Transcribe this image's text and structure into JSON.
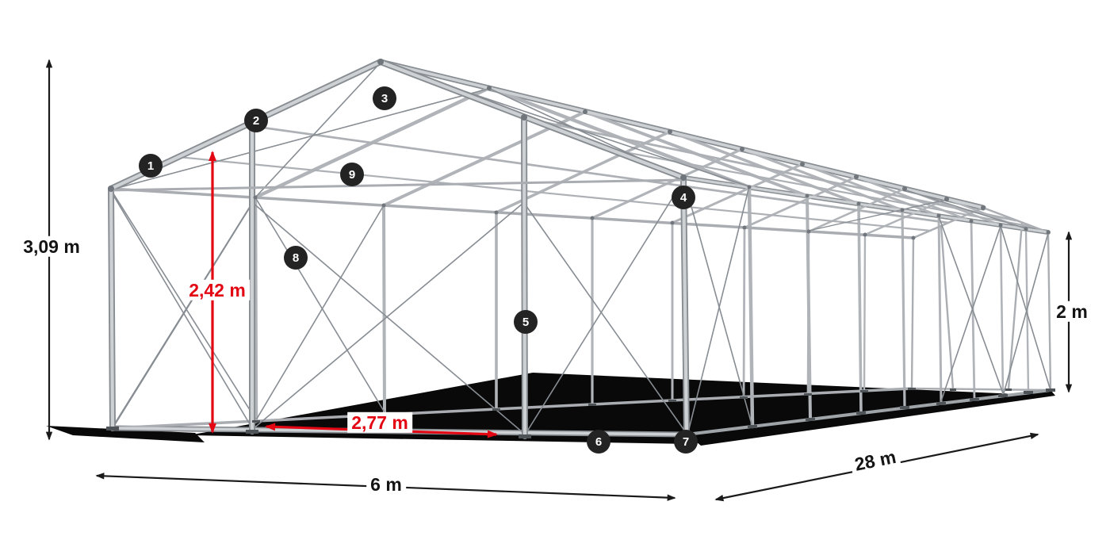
{
  "diagram": {
    "dimensions": {
      "ridge_height": "3,09 m",
      "inner_height": "2,42 m",
      "entrance_width": "2,77 m",
      "side_height": "2 m",
      "width": "6 m",
      "length": "28 m"
    },
    "callouts": [
      {
        "number": "1"
      },
      {
        "number": "2"
      },
      {
        "number": "3"
      },
      {
        "number": "4"
      },
      {
        "number": "5"
      },
      {
        "number": "6"
      },
      {
        "number": "7"
      },
      {
        "number": "8"
      },
      {
        "number": "9"
      }
    ],
    "colors": {
      "dimension_black": "#1a1a1a",
      "dimension_red": "#e30613",
      "badge_background": "#232323",
      "badge_text": "#ffffff",
      "frame_light": "#cdd1d4",
      "frame_dark": "#888d92",
      "shadow": "#090909",
      "background": "#ffffff"
    }
  }
}
